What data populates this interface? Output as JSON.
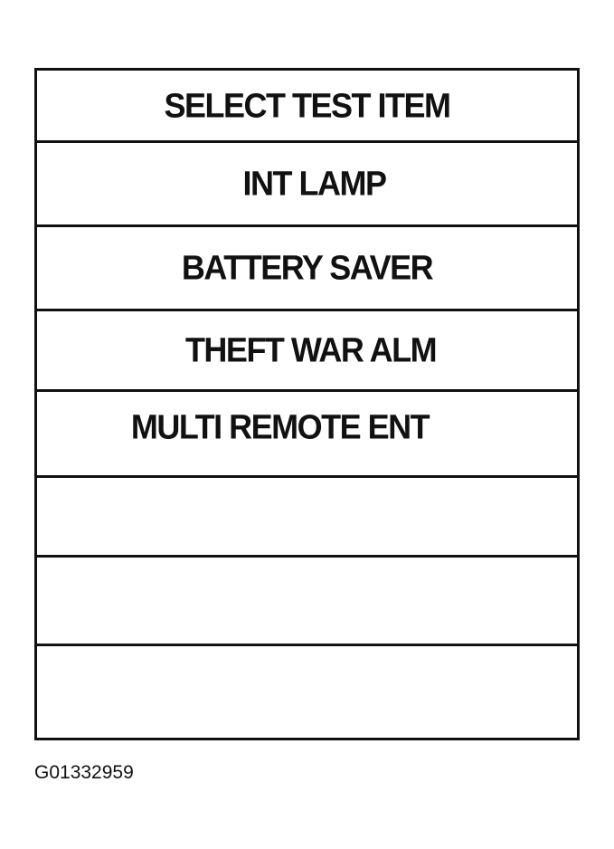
{
  "menu": {
    "header": "SELECT TEST ITEM",
    "items": [
      {
        "label": "INT LAMP"
      },
      {
        "label": "BATTERY SAVER"
      },
      {
        "label": "THEFT WAR ALM"
      },
      {
        "label": "MULTI REMOTE ENT"
      },
      {
        "label": ""
      },
      {
        "label": ""
      },
      {
        "label": ""
      }
    ]
  },
  "figure_id": "G01332959"
}
